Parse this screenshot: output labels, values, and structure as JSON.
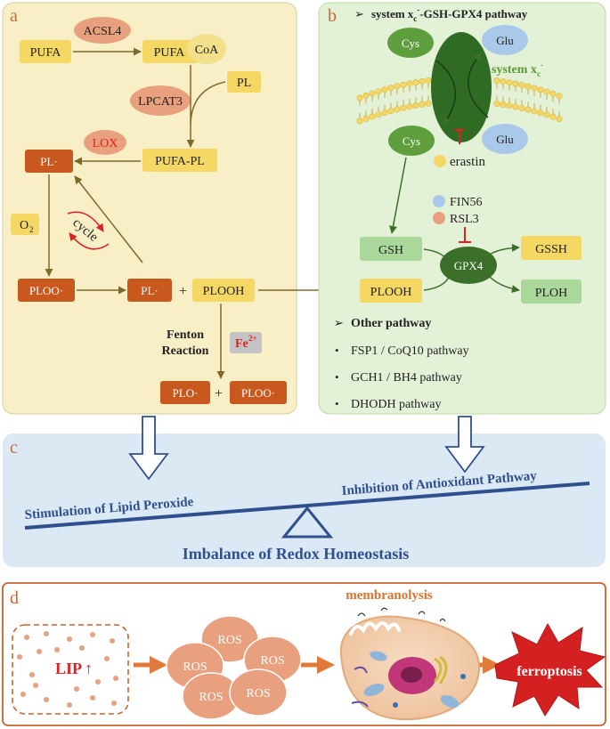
{
  "panels": {
    "a": {
      "letter": "a",
      "pufa": "PUFA",
      "acsl4": "ACSL4",
      "pufa_coa_pufa": "PUFA",
      "pufa_coa_coa": "CoA",
      "pl": "PL",
      "lpcat3": "LPCAT3",
      "pufa_pl": "PUFA-PL",
      "lox": "LOX",
      "pl_radical": "PL·",
      "o2": "O",
      "o2_sub": "2",
      "cycle": "cycle",
      "ploo_radical": "PLOO·",
      "pl_radical2": "PL·",
      "plus": "+",
      "plooh": "PLOOH",
      "fenton_line1": "Fenton",
      "fenton_line2": "Reaction",
      "fe_base": "Fe",
      "fe_sup": "2+",
      "plo_radical": "PLO·",
      "plus2": "+",
      "ploo_radical2": "PLOO·"
    },
    "b": {
      "letter": "b",
      "title_pre": "system x",
      "title_sub": "c",
      "title_sup": "-",
      "title_post": "-GSH-GPX4 pathway",
      "cys_top": "Cys",
      "glu_top": "Glu",
      "system_label": "system x",
      "system_sub": "c",
      "system_sup": "-",
      "cys_bottom": "Cys",
      "glu_bottom": "Glu",
      "erastin": "erastin",
      "fin56": "FIN56",
      "rsl3": "RSL3",
      "gsh": "GSH",
      "gpx4": "GPX4",
      "gssh": "GSSH",
      "plooh": "PLOOH",
      "ploh": "PLOH",
      "other_title": "Other pathway",
      "other_items": [
        "FSP1 / CoQ10 pathway",
        "GCH1 / BH4 pathway",
        "DHODH pathway"
      ]
    },
    "c": {
      "letter": "c",
      "left_label": "Stimulation of Lipid Peroxide",
      "right_label": "Inhibition of Antioxidant Pathway",
      "bottom_label": "Imbalance of Redox Homeostasis"
    },
    "d": {
      "letter": "d",
      "lip": "LIP",
      "lip_arrow": "↑",
      "ros": [
        "ROS",
        "ROS",
        "ROS",
        "ROS",
        "ROS"
      ],
      "membranolysis": "membranolysis",
      "ferroptosis": "ferroptosis"
    }
  },
  "colors": {
    "panel_a_bg": "#f8efc6",
    "panel_b_bg": "#e3f2d6",
    "panel_c_bg": "#dbe9f4",
    "yellow_box": "#f5d863",
    "orange_box": "#c9581f",
    "salmon_ellipse": "#e8a07e",
    "green_cell": "#5f9e3c",
    "blue_glu": "#a9c8ea",
    "light_green_box": "#a9d89a",
    "dark_green": "#3c6f2a",
    "arrow_brown": "#7d6a2b",
    "navy": "#2f4f8f",
    "orange_arrow": "#e07a3a",
    "red": "#e02020"
  }
}
